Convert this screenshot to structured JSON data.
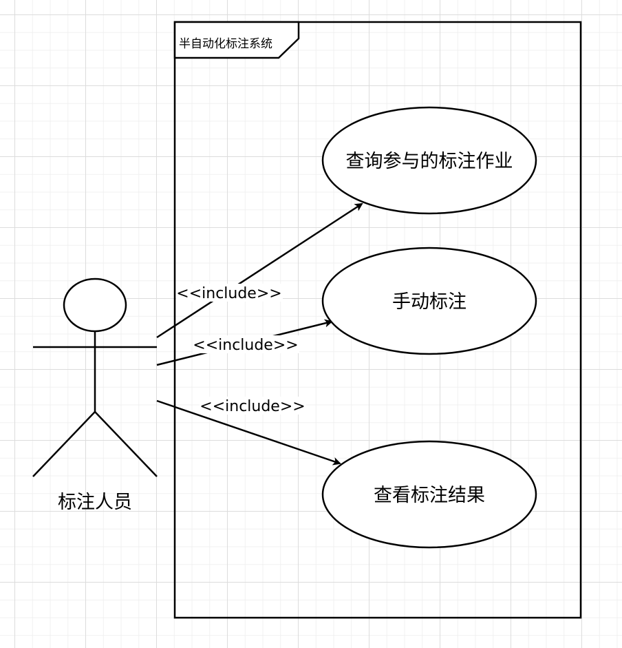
{
  "system": {
    "title": "半自动化标注系统"
  },
  "actor": {
    "name": "标注人员"
  },
  "use_cases": [
    {
      "label": "查询参与的标注作业"
    },
    {
      "label": "手动标注"
    },
    {
      "label": "查看标注结果"
    }
  ],
  "relations": [
    {
      "label": "<<include>>",
      "from": "标注人员",
      "to": "查询参与的标注作业"
    },
    {
      "label": "<<include>>",
      "from": "标注人员",
      "to": "手动标注"
    },
    {
      "label": "<<include>>",
      "from": "标注人员",
      "to": "查看标注结果"
    }
  ]
}
